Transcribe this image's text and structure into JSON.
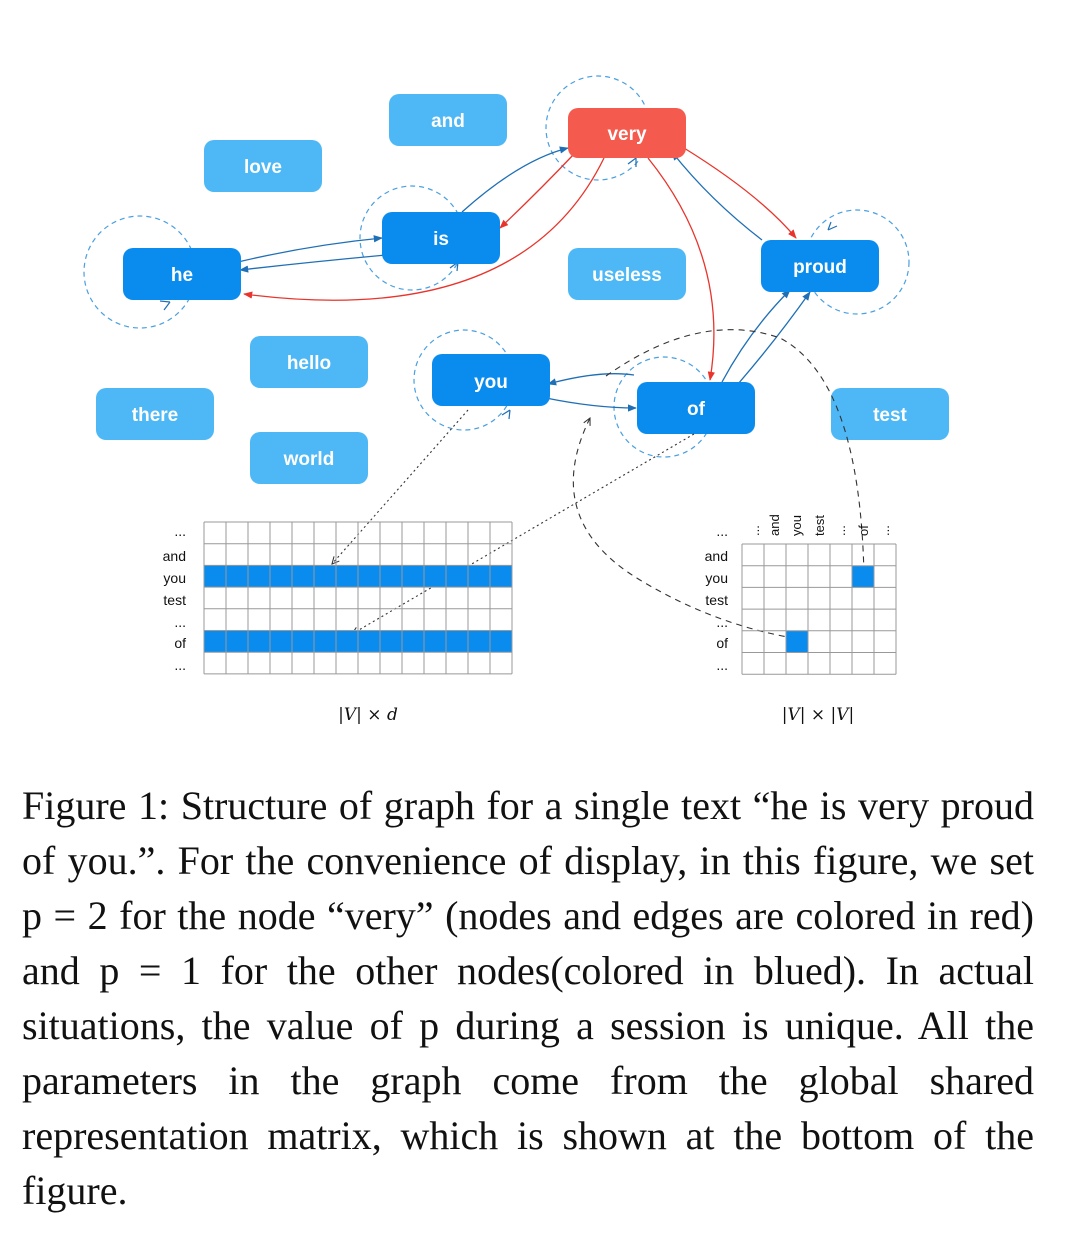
{
  "nodes": {
    "he": "he",
    "love": "love",
    "and": "and",
    "is": "is",
    "very": "very",
    "useless": "useless",
    "proud": "proud",
    "hello": "hello",
    "there": "there",
    "you": "you",
    "of": "of",
    "test": "test",
    "world": "world"
  },
  "colors": {
    "light_node": "#4db8f5",
    "active_node": "#0a8cef",
    "red_node": "#f55a4e",
    "blue_edge": "#1f6fb5",
    "red_edge": "#e8342c",
    "matrix_fill": "#0a8cef"
  },
  "left_matrix": {
    "row_labels": [
      "...",
      "and",
      "you",
      "test",
      "...",
      "of",
      "..."
    ],
    "dimension_label": "|V| × d"
  },
  "right_matrix": {
    "row_labels": [
      "...",
      "and",
      "you",
      "test",
      "...",
      "of",
      "..."
    ],
    "col_labels": [
      "...",
      "and",
      "you",
      "test",
      "...",
      "of",
      "..."
    ],
    "dimension_label": "|V| × |V|"
  },
  "caption": "Figure 1: Structure of graph for a single text “he is very proud of you.”. For the convenience of display, in this figure, we set p = 2 for the node “very” (nodes and edges are colored in red) and p = 1 for the other nodes(colored in blued). In actual situations, the value of p during a session is unique. All the parameters in the graph come from the global shared representation matrix, which is shown at the bottom of the figure."
}
